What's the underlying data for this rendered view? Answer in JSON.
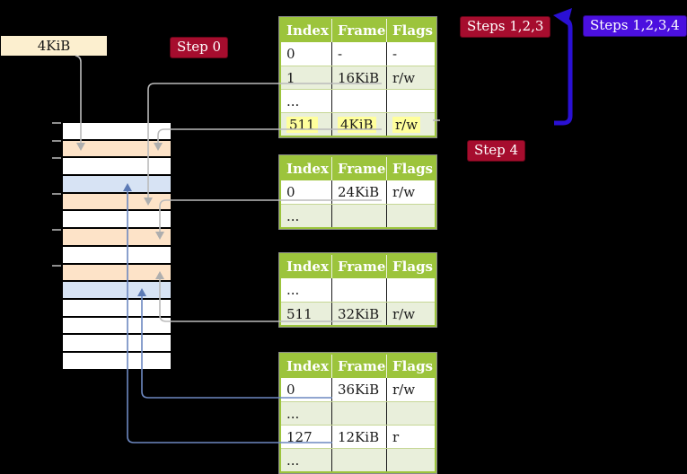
{
  "diagram": {
    "frame_label": "4KiB",
    "badges": {
      "step0": "Step 0",
      "steps123": "Steps 1,2,3",
      "steps1234": "Steps 1,2,3,4",
      "step4": "Step 4"
    },
    "table_headers": [
      "Index",
      "Frame",
      "Flags"
    ],
    "tables": {
      "t1": {
        "rows": [
          [
            "0",
            "-",
            "-"
          ],
          [
            "1",
            "16KiB",
            "r/w"
          ],
          [
            "...",
            "",
            ""
          ],
          [
            "511",
            "4KiB",
            "r/w"
          ]
        ],
        "highlighted_row": 3
      },
      "t2": {
        "rows": [
          [
            "0",
            "24KiB",
            "r/w"
          ],
          [
            "...",
            "",
            ""
          ]
        ]
      },
      "t3": {
        "rows": [
          [
            "...",
            "",
            ""
          ],
          [
            "511",
            "32KiB",
            "r/w"
          ]
        ]
      },
      "t4": {
        "rows": [
          [
            "0",
            "36KiB",
            "r/w"
          ],
          [
            "...",
            "",
            ""
          ],
          [
            "127",
            "12KiB",
            "r"
          ],
          [
            "...",
            "",
            ""
          ]
        ]
      }
    },
    "memory": {
      "row_types": [
        "free",
        "table",
        "free",
        "mapped",
        "table",
        "free",
        "table",
        "free",
        "table",
        "mapped",
        "free",
        "free",
        "free",
        "free"
      ]
    },
    "connections": {
      "frame_label_to": "memory-row-1",
      "t1_row_16KiB_to": "memory-row-4",
      "t1_row_4KiB_to": "memory-row-1",
      "t2_row_24KiB_to": "memory-row-6",
      "t3_row_32KiB_to": "memory-row-8",
      "t4_row_36KiB_to": "memory-row-9",
      "t4_row_12KiB_to": "memory-row-3"
    },
    "colors": {
      "badge_red": "#a60d2e",
      "badge_blue": "#4b10df",
      "table_header_green": "#9cc43c",
      "table_row_green": "#e9efdb",
      "frame_box_cream": "#fcefcf",
      "highlight_yellow": "#ffff9c",
      "page_table_frame_peach": "#fde3c8",
      "mapped_page_frame_blue": "#d7e3f4",
      "connector_gray": "#bbbbbb",
      "connector_blue": "#6d88c1",
      "big_arrow_blue": "#2a10d4"
    }
  }
}
